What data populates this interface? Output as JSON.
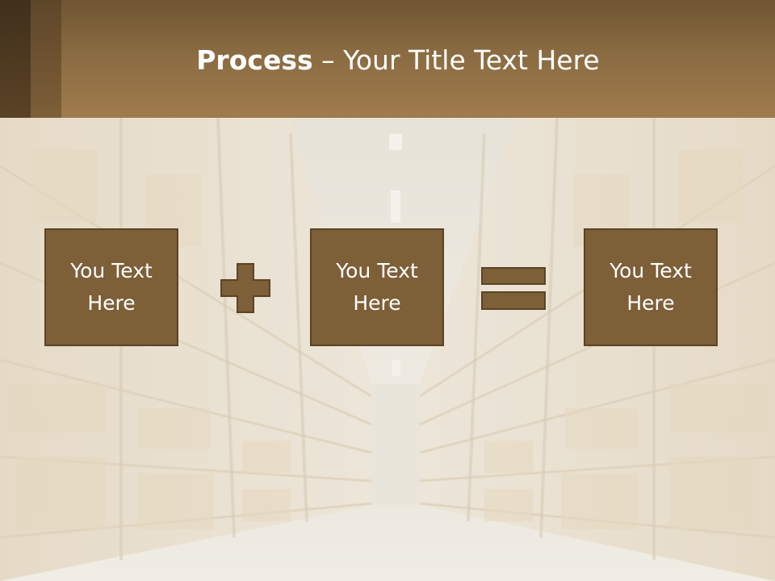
{
  "slide": {
    "title_bold": "Process",
    "title_rest": " – Your Title Text Here",
    "boxes": [
      {
        "label": "You Text\nHere"
      },
      {
        "label": "You Text\nHere"
      },
      {
        "label": "You Text\nHere"
      }
    ],
    "operators": [
      "plus-icon",
      "equals-icon"
    ]
  },
  "colors": {
    "title_band": "#8a6b42",
    "box_fill": "#7d5f38",
    "box_border": "#5a4326",
    "text": "#ffffff"
  }
}
